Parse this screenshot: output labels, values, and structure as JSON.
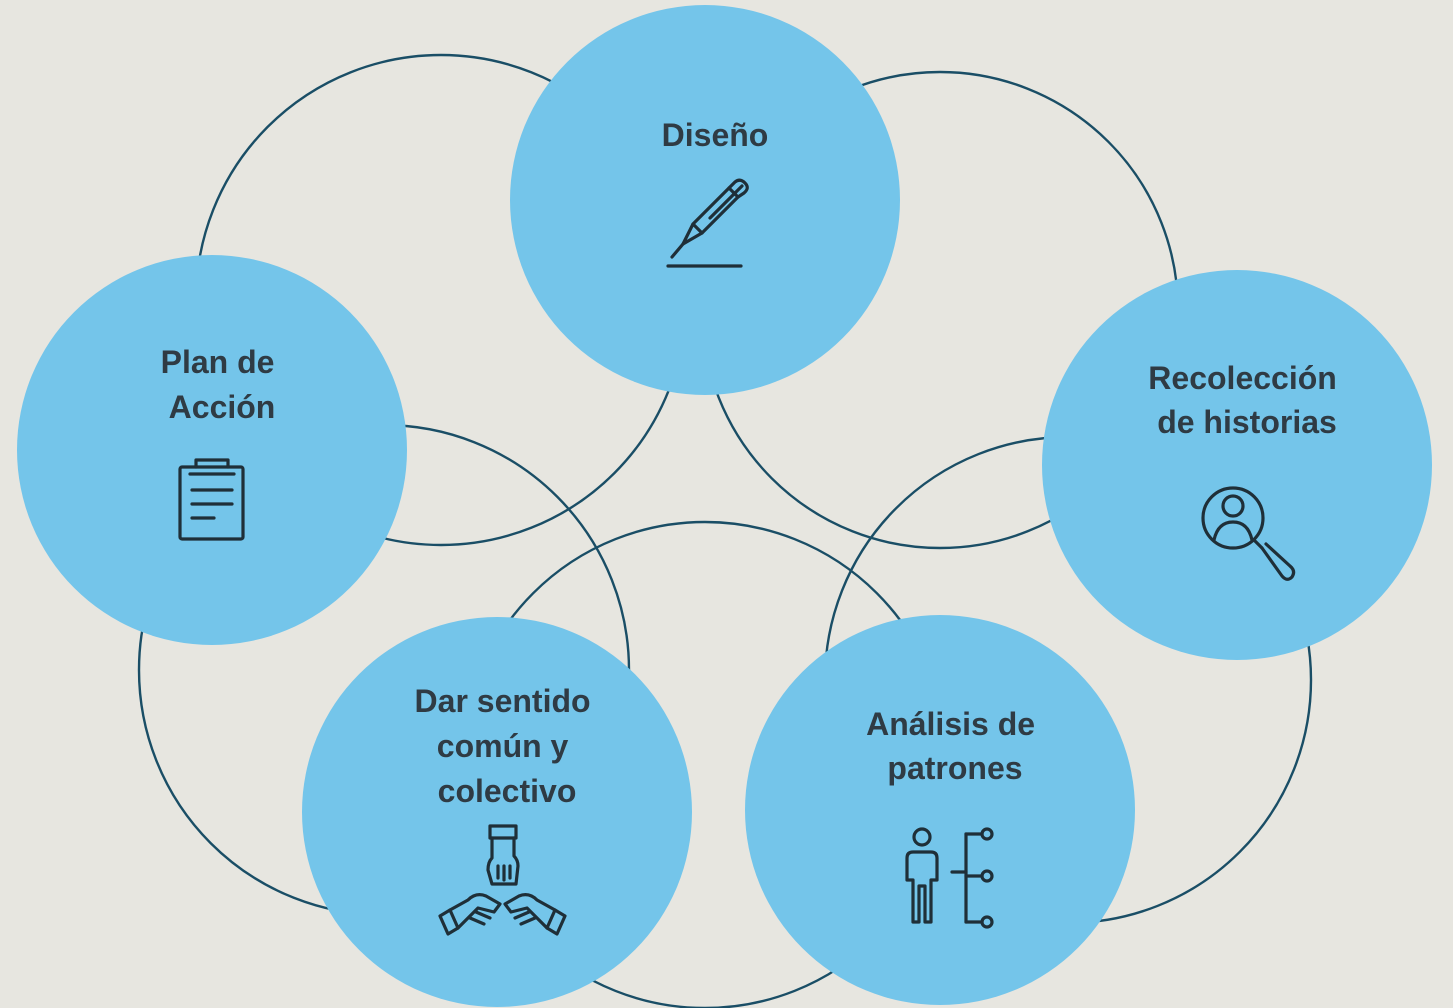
{
  "colors": {
    "background": "#e7e6e0",
    "node_fill": "#74c5ea",
    "ring_stroke": "#1a4e66",
    "text": "#2f3b44",
    "icon_stroke": "#1f2f38"
  },
  "nodes": [
    {
      "id": "diseno",
      "lines": [
        "Diseño"
      ],
      "icon": "pen-icon"
    },
    {
      "id": "recoleccion",
      "lines": [
        "Recolección",
        "de historias"
      ],
      "icon": "person-search-icon"
    },
    {
      "id": "analisis",
      "lines": [
        "Análisis de",
        "patrones"
      ],
      "icon": "person-hierarchy-icon"
    },
    {
      "id": "sentido",
      "lines": [
        "Dar sentido",
        "común y",
        "colectivo"
      ],
      "icon": "team-hands-icon"
    },
    {
      "id": "plan",
      "lines": [
        "Plan de",
        "Acción"
      ],
      "icon": "clipboard-icon"
    }
  ]
}
